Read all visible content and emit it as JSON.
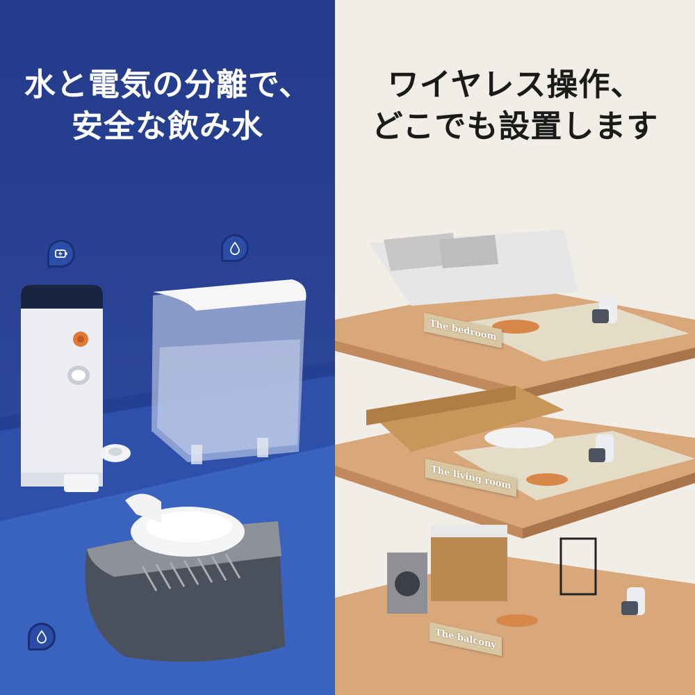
{
  "left_panel": {
    "headline_lines": [
      "水と電気の分離で、",
      "安全な飲み水"
    ],
    "icons": [
      "battery-icon",
      "water-drop-icon",
      "water-drop-icon"
    ]
  },
  "right_panel": {
    "headline_lines": [
      "ワイヤレス操作、",
      "どこでも設置します"
    ],
    "rooms": [
      {
        "label": "The bedroom"
      },
      {
        "label": "The living room"
      },
      {
        "label": "The balcony"
      }
    ]
  },
  "colors": {
    "left_bg": "#2b4597",
    "right_bg": "#f1ede7",
    "badge": "#2a4ea8",
    "floor_wood": "#d8a77a",
    "accent_orange": "#e07a3a"
  }
}
